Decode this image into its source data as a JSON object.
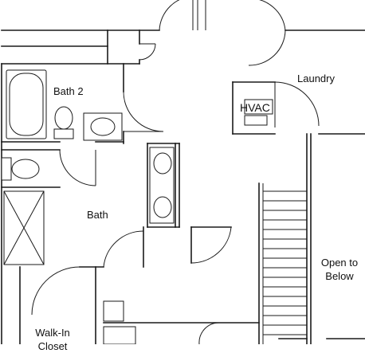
{
  "rooms": {
    "bath2": "Bath 2",
    "laundry": "Laundry",
    "hvac": "HVAC",
    "bath": "Bath",
    "open_to_below": {
      "line1": "Open to",
      "line2": "Below"
    },
    "walk_in_closet": {
      "line1": "Walk-In",
      "line2": "Closet"
    }
  }
}
